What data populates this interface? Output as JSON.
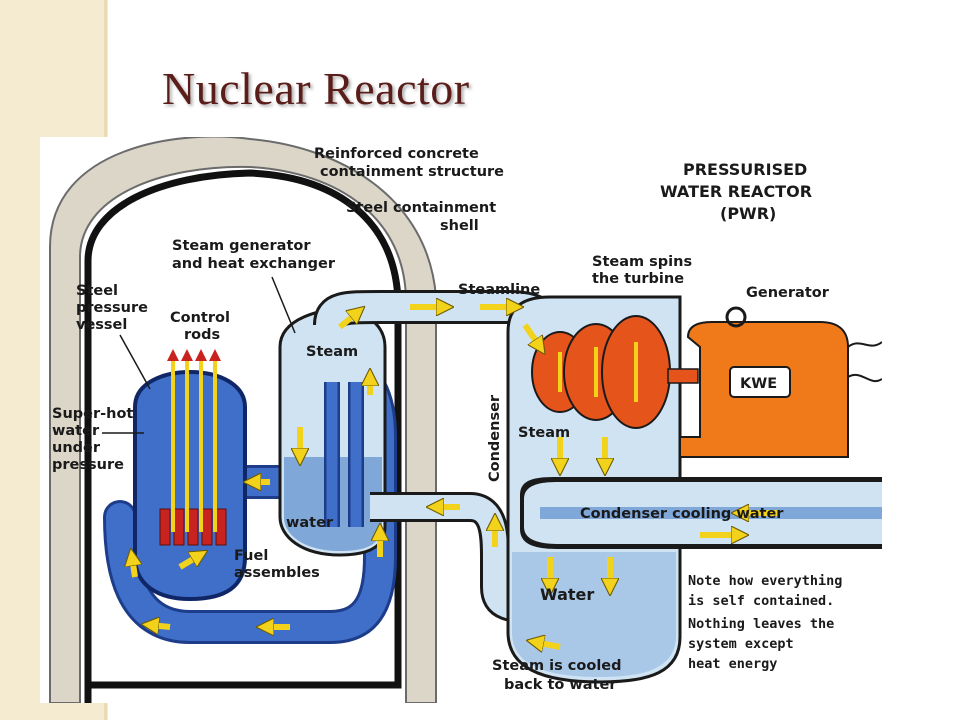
{
  "slide": {
    "title": "Nuclear Reactor"
  },
  "diagram": {
    "heading": [
      "PRESSURISED",
      "WATER REACTOR",
      "(PWR)"
    ],
    "labels": {
      "concrete": [
        "Reinforced concrete",
        "containment structure"
      ],
      "steel_shell": [
        "Steel containment",
        "shell"
      ],
      "steam_generator": [
        "Steam generator",
        "and heat exchanger"
      ],
      "pressure_vessel": [
        "Steel",
        "pressure",
        "vessel"
      ],
      "control_rods": [
        "Control",
        "rods"
      ],
      "super_hot_water": [
        "Super-hot",
        "water",
        "under",
        "pressure"
      ],
      "steam_gen_inside": "Steam",
      "water_gen_inside": "water",
      "fuel": [
        "Fuel",
        "assembles"
      ],
      "steamline": "Steamline",
      "turbine": [
        "Steam spins",
        "the turbine"
      ],
      "generator": "Generator",
      "kwe": "KWE",
      "condenser": "Condenser",
      "condenser_steam": "Steam",
      "cooling_water": "Condenser cooling water",
      "water_bottom": "Water",
      "cooled": [
        "Steam is cooled",
        "back to water"
      ],
      "note": [
        "Note how everything",
        "is self contained.",
        "Nothing leaves the",
        "system except",
        "heat energy"
      ]
    }
  },
  "colors": {
    "title": "#5a1d1a",
    "sidebar": "#f4ebd0",
    "concrete": "#dcd6c8",
    "steel": "#111111",
    "reactor_water": "#3f6fc9",
    "pipe_light": "#cfe3f2",
    "arrow": "#f2d21b",
    "turbine": "#e5541b",
    "generator": "#f07a1a",
    "fuel": "#c8231e"
  }
}
